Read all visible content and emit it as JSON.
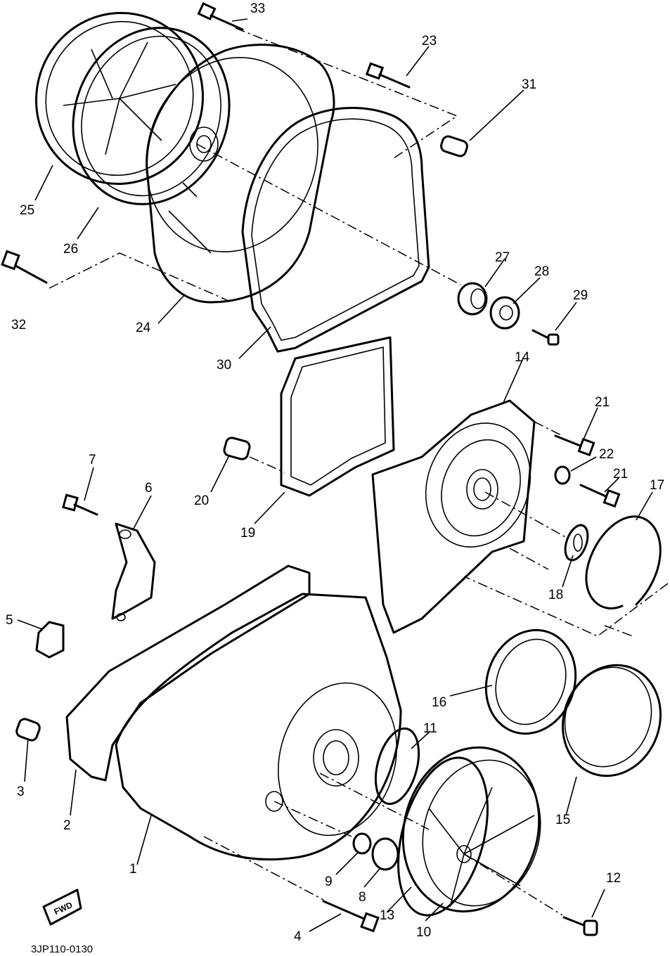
{
  "diagram_code": "3JP110-0130",
  "fwd_label": "FWD",
  "callouts": [
    "1",
    "2",
    "3",
    "4",
    "5",
    "6",
    "7",
    "8",
    "9",
    "10",
    "11",
    "12",
    "13",
    "14",
    "15",
    "16",
    "17",
    "18",
    "19",
    "20",
    "21",
    "21",
    "22",
    "23",
    "24",
    "25",
    "26",
    "27",
    "28",
    "29",
    "30",
    "31",
    "32",
    "33"
  ]
}
